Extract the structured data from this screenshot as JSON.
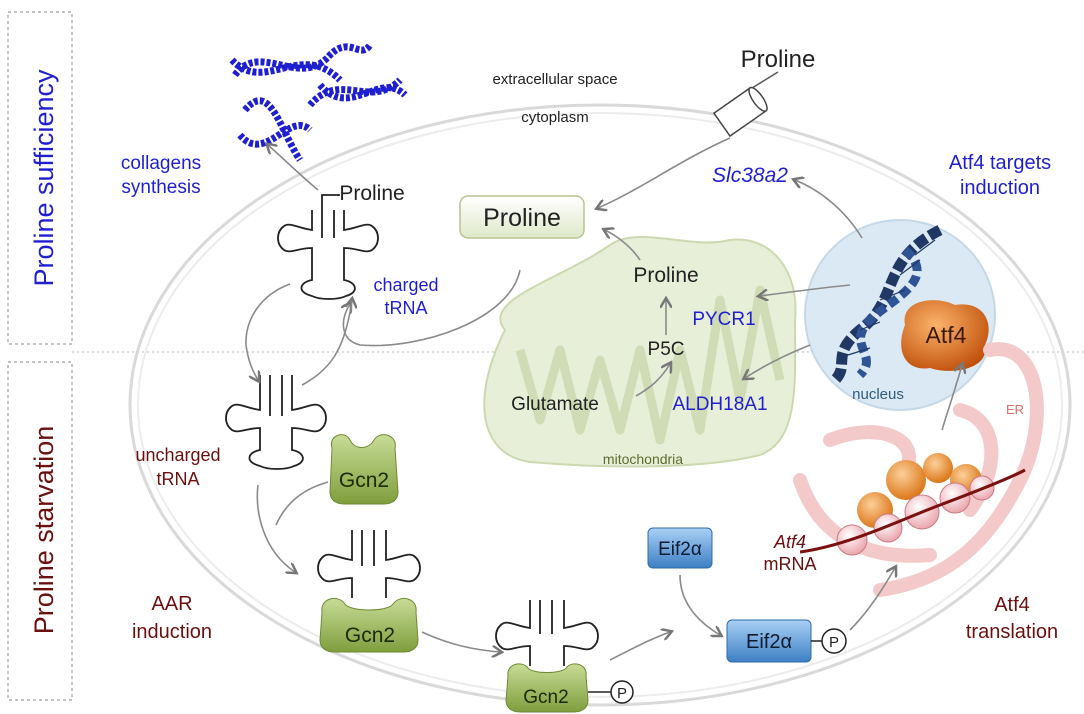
{
  "side_labels": {
    "sufficiency": "Proline sufficiency",
    "starvation": "Proline starvation"
  },
  "compartments": {
    "extracellular": "extracellular space",
    "cytoplasm": "cytoplasm",
    "mitochondria": "mitochondria",
    "nucleus": "nucleus",
    "er": "ER"
  },
  "labels": {
    "proline_top": "Proline",
    "proline_box": "Proline",
    "proline_trna": "Proline",
    "proline_mito": "Proline",
    "p5c": "P5C",
    "glutamate": "Glutamate",
    "pycr1": "PYCR1",
    "aldh18a1": "ALDH18A1",
    "slc38a2": "Slc38a2",
    "collagens_line1": "collagens",
    "collagens_line2": "synthesis",
    "atf4_targets_line1": "Atf4 targets",
    "atf4_targets_line2": "induction",
    "charged_line1": "charged",
    "charged_line2": "tRNA",
    "uncharged_line1": "uncharged",
    "uncharged_line2": "tRNA",
    "gcn2": "Gcn2",
    "eif2a": "Eif2α",
    "p": "P",
    "atf4_protein": "Atf4",
    "atf4_mrna_line1": "Atf4",
    "atf4_mrna_line2": "mRNA",
    "aar_line1": "AAR",
    "aar_line2": "induction",
    "atf4_translation_line1": "Atf4",
    "atf4_translation_line2": "translation"
  },
  "colors": {
    "blue_text": "#1f1fd1",
    "maroon_text": "#6b0f0f",
    "gcn2_green": "#9bbb59",
    "eif2a_blue": "#5b9bd5",
    "atf4_orange": "#e46c0a",
    "mito_fill": "#e8efd8",
    "nucleus_fill": "#dbe9f4",
    "er_fill": "#fbe3e3",
    "dna_navy": "#1f3864"
  }
}
